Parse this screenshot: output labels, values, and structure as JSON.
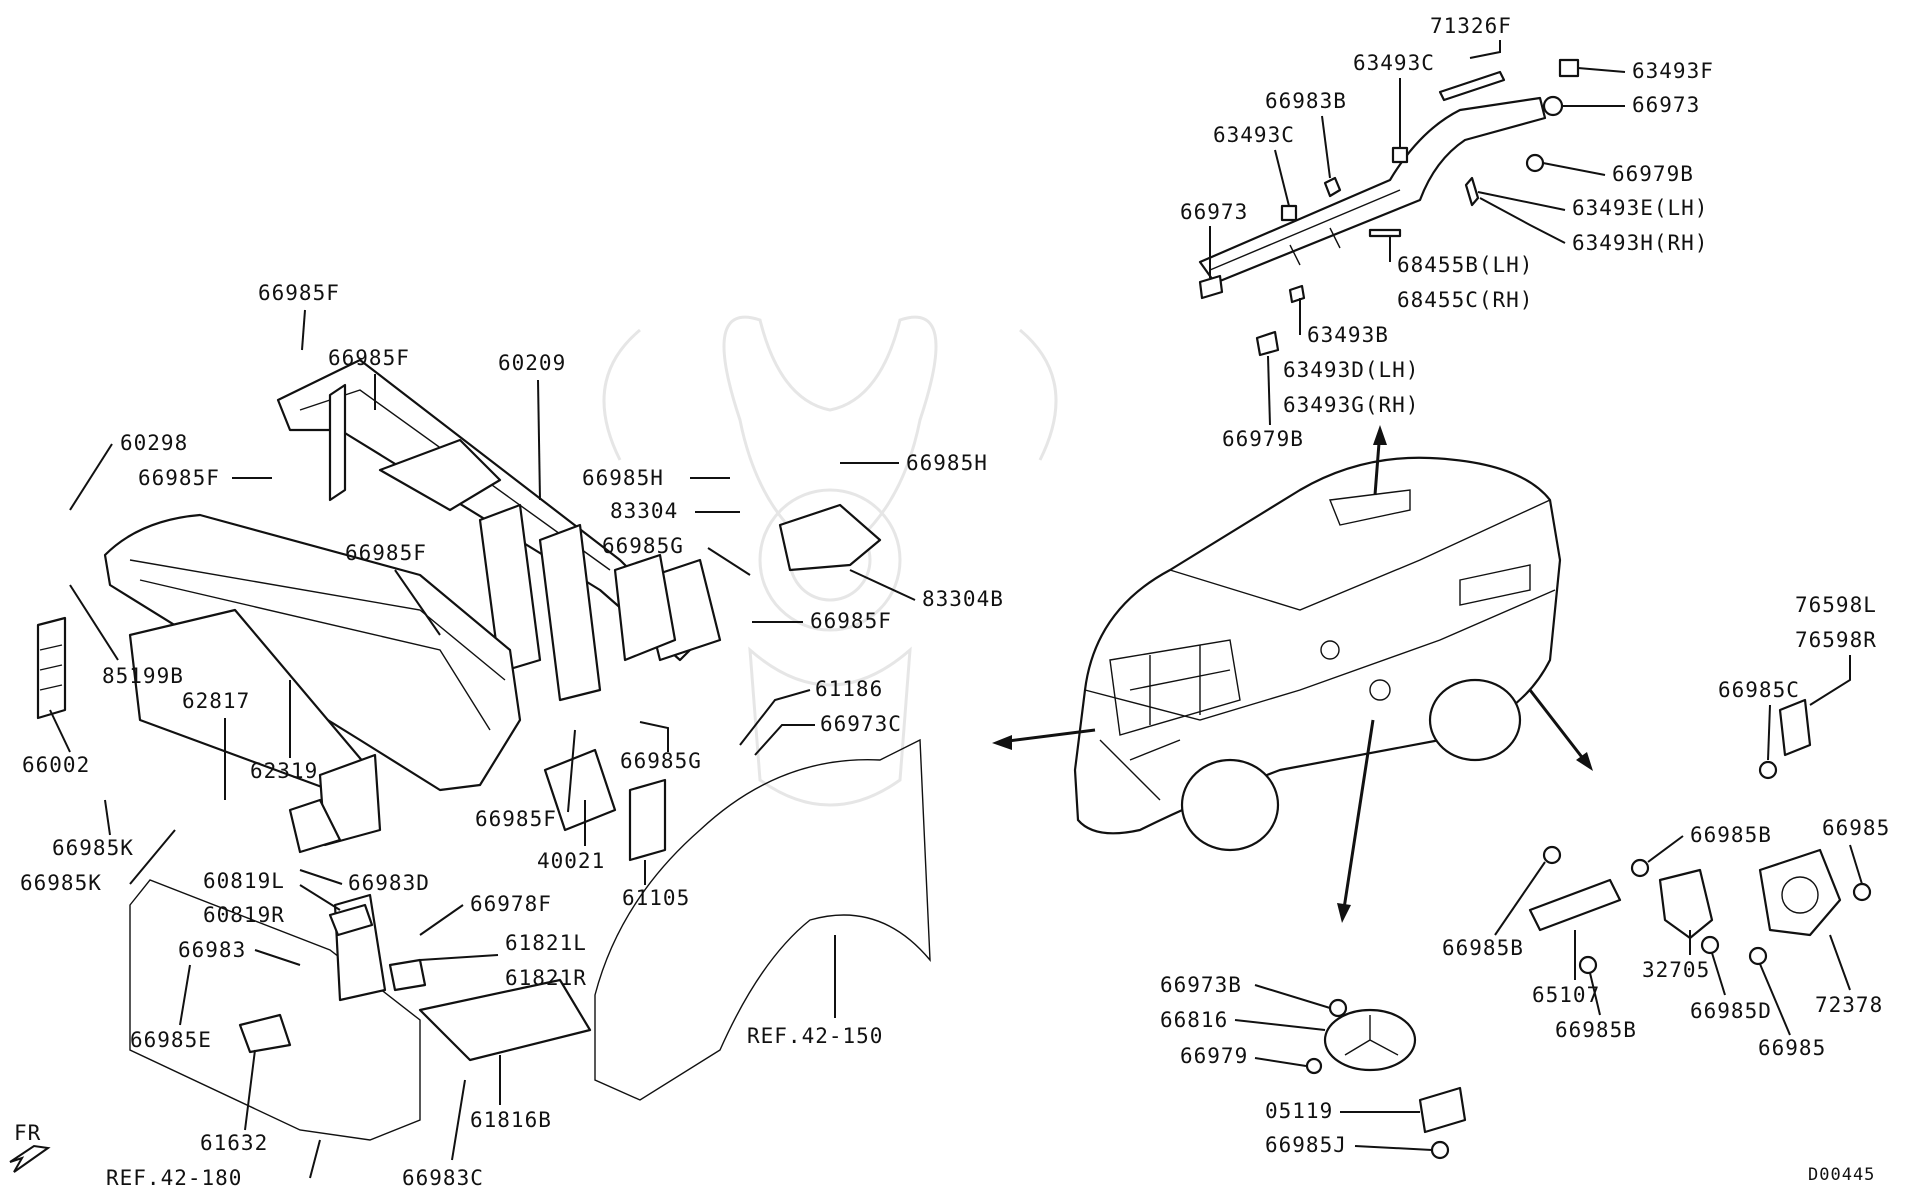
{
  "diagram_id": "D00445",
  "front_indicator": "FR",
  "labels": {
    "l_71326F": "71326F",
    "l_63493F": "63493F",
    "l_63493C_a": "63493C",
    "l_66973_a": "66973",
    "l_66983B": "66983B",
    "l_63493C_b": "63493C",
    "l_66979B_a": "66979B",
    "l_63493E": "63493E(LH)",
    "l_63493H": "63493H(RH)",
    "l_66973_b": "66973",
    "l_68455B": "68455B(LH)",
    "l_68455C": "68455C(RH)",
    "l_63493B": "63493B",
    "l_63493D": "63493D(LH)",
    "l_63493G": "63493G(RH)",
    "l_66979B_b": "66979B",
    "l_66985F_1": "66985F",
    "l_66985F_2": "66985F",
    "l_60209": "60209",
    "l_60298": "60298",
    "l_66985F_3": "66985F",
    "l_66985H_1": "66985H",
    "l_66985H_2": "66985H",
    "l_83304": "83304",
    "l_66985G_1": "66985G",
    "l_83304B": "83304B",
    "l_66985F_4": "66985F",
    "l_66985F_5": "66985F",
    "l_85199B": "85199B",
    "l_62817": "62817",
    "l_61186": "61186",
    "l_66973C": "66973C",
    "l_66002": "66002",
    "l_62319": "62319",
    "l_66985G_2": "66985G",
    "l_66985F_6": "66985F",
    "l_66985K_1": "66985K",
    "l_66985K_2": "66985K",
    "l_66983D": "66983D",
    "l_40021": "40021",
    "l_61105": "61105",
    "l_60819L": "60819L",
    "l_60819R": "60819R",
    "l_66978F": "66978F",
    "l_66983": "66983",
    "l_61821L": "61821L",
    "l_61821R": "61821R",
    "l_REF42150": "REF.42-150",
    "l_66985E": "66985E",
    "l_61816B": "61816B",
    "l_61632": "61632",
    "l_REF42180": "REF.42-180",
    "l_66983C": "66983C",
    "l_76598L": "76598L",
    "l_76598R": "76598R",
    "l_66985C": "66985C",
    "l_66985_1": "66985",
    "l_66985B_1": "66985B",
    "l_66985B_2": "66985B",
    "l_32705": "32705",
    "l_72378": "72378",
    "l_65107": "65107",
    "l_66985D": "66985D",
    "l_66985B_3": "66985B",
    "l_66985_2": "66985",
    "l_66973B": "66973B",
    "l_66816": "66816",
    "l_66979": "66979",
    "l_05119": "05119",
    "l_66985J": "66985J"
  }
}
